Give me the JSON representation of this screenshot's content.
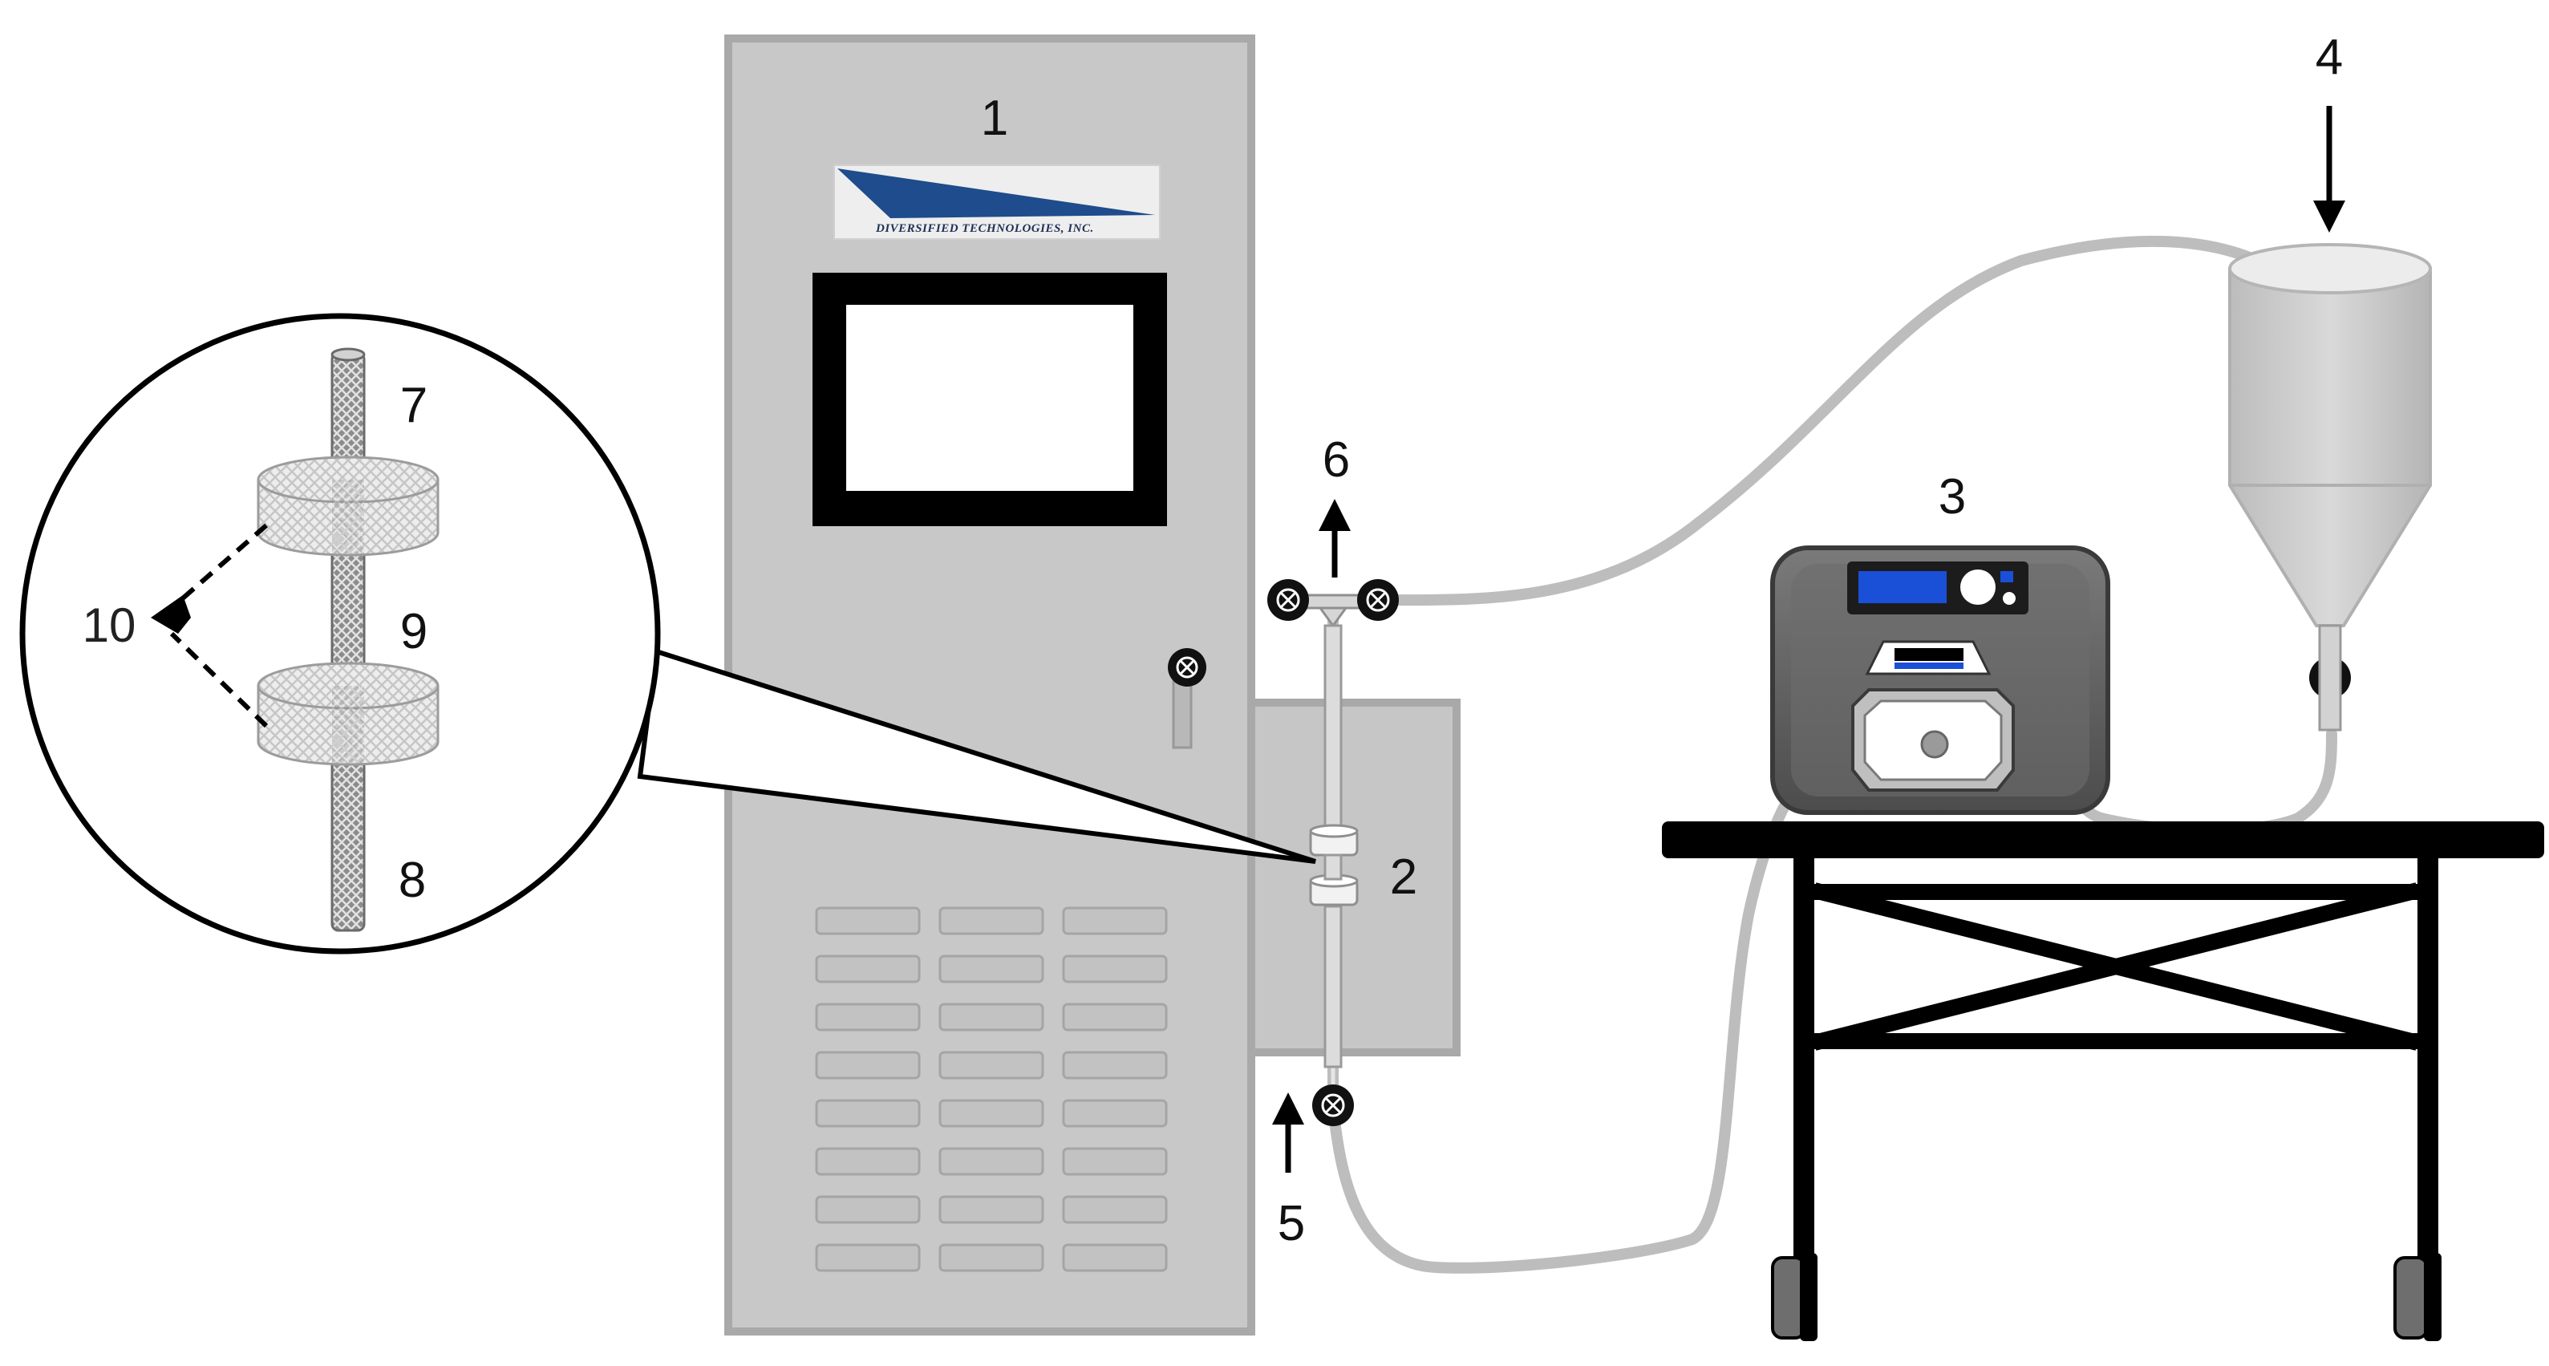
{
  "diagram": {
    "labels": {
      "l1": "1",
      "l2": "2",
      "l3": "3",
      "l4": "4",
      "l5": "5",
      "l6": "6",
      "l7": "7",
      "l8": "8",
      "l9": "9",
      "l10": "10"
    },
    "logo_text": "DIVERSIFIED TECHNOLOGIES, INC.",
    "colors": {
      "cabinet": "#c8c8c8",
      "cabinet_border": "#a9a9a9",
      "tubing": "#bdbdbd",
      "logo_blue": "#1e4c8c",
      "pump_body": "#5f5f5f",
      "pump_display": "#1a4fd8",
      "table": "#000000",
      "wheel": "#6e6e6e"
    },
    "icons": [
      "valve-icon",
      "arrow-up-icon",
      "arrow-down-icon",
      "dashed-arrow-icon",
      "magnifier-callout"
    ]
  }
}
